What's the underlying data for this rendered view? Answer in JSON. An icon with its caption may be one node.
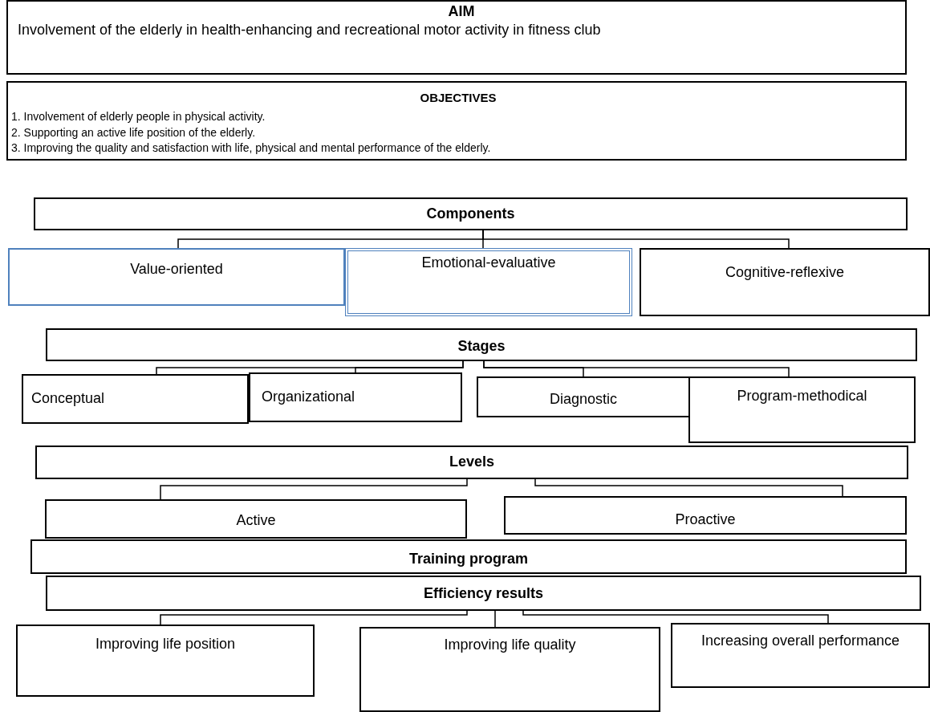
{
  "diagram": {
    "nodes": [
      {
        "text": [
          "AIM",
          "Involvement of the elderly in health-enhancing and recreational motor activity in fitness club"
        ]
      },
      {
        "text": [
          "OBJECTIVES",
          "1. Involvement of elderly people in physical activity.",
          "2. Supporting an active life position of the elderly.",
          "3. Improving the quality and satisfaction with life, physical and mental performance of the elderly."
        ]
      },
      {
        "text": [
          "Components"
        ]
      },
      {
        "text": [
          "Value-oriented"
        ]
      },
      {
        "text": [
          "Emotional-evaluative"
        ]
      },
      {
        "text": [
          "Cognitive-reflexive"
        ]
      },
      {
        "text": [
          "Stages"
        ]
      },
      {
        "text": [
          "Conceptual"
        ]
      },
      {
        "text": [
          "Organizational"
        ]
      },
      {
        "text": [
          "Diagnostic"
        ]
      },
      {
        "text": [
          "Program-methodical"
        ]
      },
      {
        "text": [
          "Levels"
        ]
      },
      {
        "text": [
          "Active"
        ]
      },
      {
        "text": [
          "Proactive"
        ]
      },
      {
        "text": [
          "Training program"
        ]
      },
      {
        "text": [
          "Efficiency results"
        ]
      },
      {
        "text": [
          "Improving life position"
        ]
      },
      {
        "text": [
          "Improving life quality"
        ]
      },
      {
        "text": [
          "Increasing overall performance"
        ]
      }
    ],
    "edges": [
      {
        "from": 2,
        "to": 3,
        "arrow": "none"
      },
      {
        "from": 2,
        "to": 4,
        "arrow": "none"
      },
      {
        "from": 2,
        "to": 5,
        "arrow": "none"
      },
      {
        "from": 6,
        "to": 7,
        "arrow": "none"
      },
      {
        "from": 6,
        "to": 8,
        "arrow": "none"
      },
      {
        "from": 6,
        "to": 9,
        "arrow": "none"
      },
      {
        "from": 6,
        "to": 10,
        "arrow": "none"
      },
      {
        "from": 11,
        "to": 12,
        "arrow": "none"
      },
      {
        "from": 11,
        "to": 13,
        "arrow": "none"
      },
      {
        "from": 15,
        "to": 16,
        "arrow": "none"
      },
      {
        "from": 15,
        "to": 17,
        "arrow": "none"
      },
      {
        "from": 15,
        "to": 18,
        "arrow": "none"
      }
    ]
  }
}
